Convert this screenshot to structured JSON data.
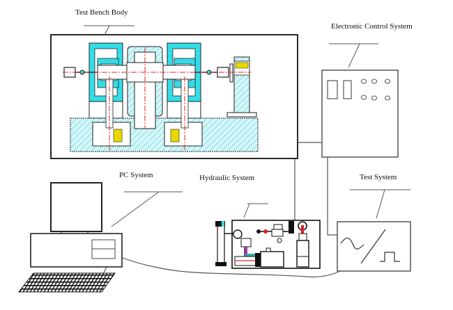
{
  "diagram": {
    "type": "system-architecture",
    "components": [
      {
        "id": "test-bench-body",
        "label": "Test Bench Body"
      },
      {
        "id": "electronic-control-system",
        "label": "Electronic Control System"
      },
      {
        "id": "pc-system",
        "label": "PC System"
      },
      {
        "id": "hydraulic-system",
        "label": "Hydraulic System"
      },
      {
        "id": "test-system",
        "label": "Test System"
      }
    ],
    "connections": [
      {
        "from": "test-bench-body",
        "to": "electronic-control-system"
      },
      {
        "from": "electronic-control-system",
        "to": "hydraulic-system"
      },
      {
        "from": "electronic-control-system",
        "to": "test-system"
      },
      {
        "from": "pc-system",
        "to": "test-system"
      }
    ]
  },
  "labels": {
    "bench": "Test Bench Body",
    "ecs": "Electronic Control System",
    "pc": "PC System",
    "hyd": "Hydraulic System",
    "test": "Test System"
  },
  "colors": {
    "cyan_fill": "#33dde8",
    "hatch_light": "#bdf1f5",
    "centerline_red": "#e02020",
    "yellow_part": "#e8d800",
    "line_gray": "#555555",
    "outline_black": "#111111"
  }
}
